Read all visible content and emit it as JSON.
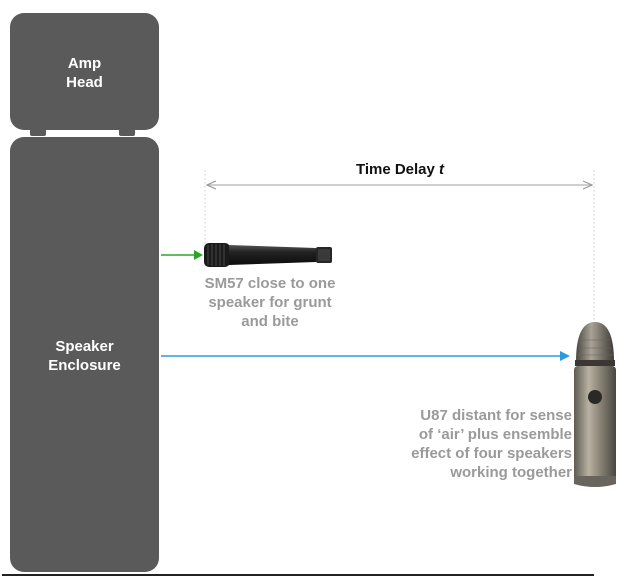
{
  "amp_head": {
    "label_line1": "Amp",
    "label_line2": "Head"
  },
  "speaker_enclosure": {
    "label_line1": "Speaker",
    "label_line2": "Enclosure"
  },
  "time_delay": {
    "label": "Time Delay",
    "symbol": "t"
  },
  "sm57": {
    "caption_line1": "SM57 close to one",
    "caption_line2": "speaker for grunt",
    "caption_line3": "and bite",
    "arrow_color": "#2aa52a"
  },
  "u87": {
    "caption_line1": "U87 distant for sense",
    "caption_line2": "of ‘air’ plus ensemble",
    "caption_line3": "effect of four speakers",
    "caption_line4": "working together",
    "arrow_color": "#2a9be0"
  },
  "colors": {
    "cabinet": "#5a5a5a",
    "caption_text": "#9a9a9a",
    "delay_line": "#b4b4b4"
  }
}
